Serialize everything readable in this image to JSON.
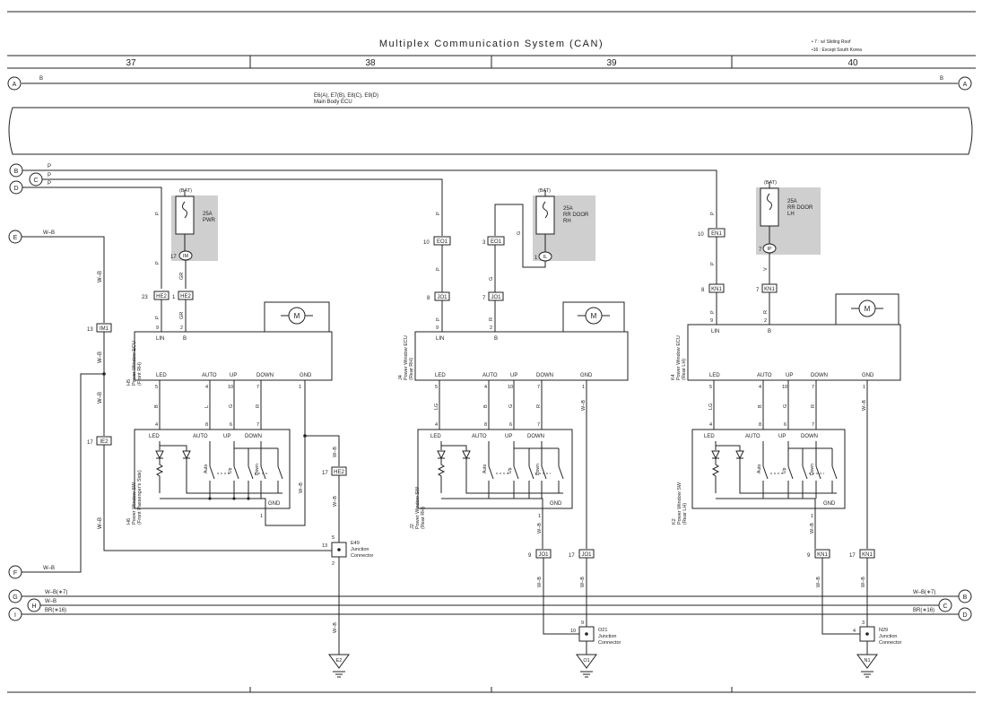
{
  "header": {
    "title": "Multiplex Communication System (CAN)",
    "notes": [
      "• 7 : w/ Sliding Roof",
      "•16 : Except South Korea"
    ],
    "columns": [
      "37",
      "38",
      "39",
      "40"
    ]
  },
  "main_body_ecu": {
    "code": "E6(A), E7(B), E8(C), E9(D)",
    "name": "Main Body ECU"
  },
  "rails": {
    "A_left": "A",
    "A_right": "A",
    "A_color_l": "B",
    "A_color_r": "B",
    "B": "B",
    "C": "C",
    "D": "D",
    "E": "E",
    "F": "F",
    "G": "G",
    "H": "H",
    "I": "I",
    "B_color": "P",
    "C_color": "P",
    "D_color": "P",
    "E_color": "W–B",
    "F_color": "W–B",
    "G_color": "W–B(∗7)",
    "H_color": "W–B",
    "I_color": "BR(∗16)",
    "right_B": "B",
    "right_C": "C",
    "right_D": "D",
    "right_G_color": "W–B(∗7)",
    "right_I_color": "BR(∗16)"
  },
  "fuses": [
    {
      "source": "(BAT)",
      "rating": "25A",
      "name1": "PWR",
      "name2": ""
    },
    {
      "source": "(BAT)",
      "rating": "25A",
      "name1": "RR DOOR",
      "name2": "RH"
    },
    {
      "source": "(BAT)",
      "rating": "25A",
      "name1": "RR DOOR",
      "name2": "LH"
    }
  ],
  "connectors": {
    "IM": "IM",
    "HE2": "HE2",
    "IM1": "IM1",
    "IE2": "IE2",
    "EO1": "EO1",
    "IL": "IL",
    "JO1": "JO1",
    "EN1": "EN1",
    "IP": "IP",
    "KN1": "KN1"
  },
  "pins": {
    "p17a": "17",
    "p23": "23",
    "p1a": "1",
    "p13": "13",
    "p17b": "17",
    "p17c": "17",
    "p10a": "10",
    "p3": "3",
    "p1b": "1",
    "p8a": "8",
    "p7a": "7",
    "p10b": "10",
    "p7b": "7",
    "p8b": "8",
    "p7c": "7",
    "p9a": "9",
    "p2a": "2",
    "p9b": "9",
    "p2b": "2",
    "p9c": "9",
    "p2c": "2",
    "p9d": "9",
    "p17d": "17",
    "p9e": "9",
    "p17e": "17",
    "p5": "5",
    "p2d": "2",
    "p9f": "9",
    "p10c": "10",
    "p3b": "3",
    "p4": "4",
    "p1c": "1"
  },
  "wires": {
    "P": "P",
    "GR": "GR",
    "W_B": "W–B",
    "G": "G",
    "R": "R",
    "V": "V",
    "B": "B",
    "L": "L",
    "LG": "LG"
  },
  "ecus": [
    {
      "id": "H5",
      "name": "Power Window ECU",
      "side": "(Front RH)"
    },
    {
      "id": "J4",
      "name": "Power Window ECU",
      "side": "(Rear RH)"
    },
    {
      "id": "K4",
      "name": "Power Window ECU",
      "side": "(Rear LH)"
    }
  ],
  "ecu_terms": {
    "lin": "LIN",
    "b": "B",
    "led": "LED",
    "auto": "AUTO",
    "up": "UP",
    "down": "DOWN",
    "gnd": "GND"
  },
  "ecu_pins": {
    "p5": "5",
    "p4": "4",
    "p10": "10",
    "p7": "7",
    "p1": "1",
    "p9": "9",
    "p2": "2"
  },
  "switches": [
    {
      "id": "H6",
      "name": "Power Window SW",
      "side": "(Front Passenger's Side)"
    },
    {
      "id": "J2",
      "name": "Power Window SW",
      "side": "(Rear RH)"
    },
    {
      "id": "K2",
      "name": "Power Window SW",
      "side": "(Rear LH)"
    }
  ],
  "sw_terms": {
    "led": "LED",
    "auto": "AUTO",
    "up": "UP",
    "down": "DOWN",
    "gnd": "GND",
    "auto_c": "Auto",
    "up_c": "Up",
    "down_c": "Down"
  },
  "sw_pins": {
    "p4": "4",
    "p8": "8",
    "p6": "6",
    "p7": "7",
    "p1": "1"
  },
  "motor": "M",
  "junctions": [
    {
      "id": "E49",
      "name1": "Junction",
      "name2": "Connector"
    },
    {
      "id": "O21",
      "name1": "Junction",
      "name2": "Connector"
    },
    {
      "id": "N29",
      "name1": "Junction",
      "name2": "Connector"
    }
  ],
  "grounds": [
    "E2",
    "O1",
    "N1"
  ]
}
